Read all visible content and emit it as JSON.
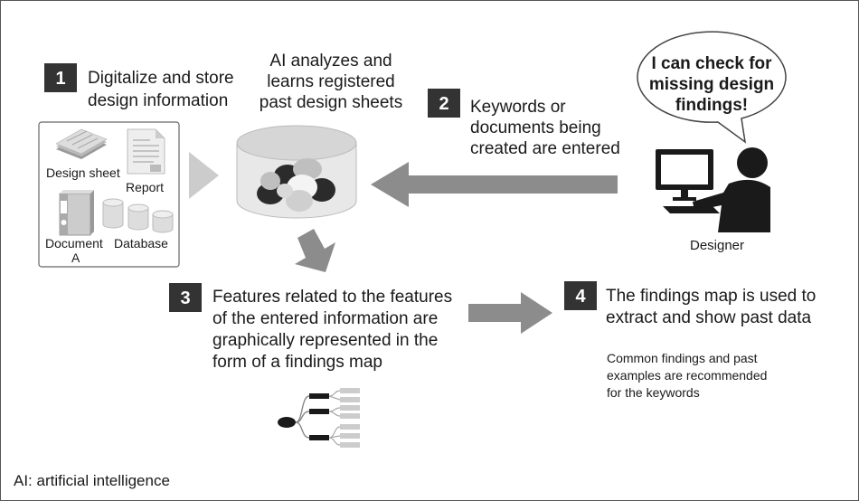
{
  "steps": [
    {
      "number": "1",
      "lines": [
        "Digitalize and store",
        "design information"
      ]
    },
    {
      "number": "2",
      "lines": [
        "Keywords or",
        "documents being",
        "created are entered"
      ]
    },
    {
      "number": "3",
      "lines": [
        "Features related to the features",
        "of the entered information are",
        "graphically represented in the",
        "form of a findings map"
      ]
    },
    {
      "number": "4",
      "lines": [
        "The findings map is used to",
        "extract and show past data"
      ]
    }
  ],
  "ai_label": [
    "AI analyzes and",
    "learns registered",
    "past design sheets"
  ],
  "recommendation": [
    "Common findings and past",
    "examples are recommended",
    "for the keywords"
  ],
  "speech_bubble": [
    "I can check for",
    "missing design",
    "findings!"
  ],
  "designer_label": "Designer",
  "inputs": {
    "design_sheet": "Design sheet",
    "report": "Report",
    "document": [
      "Document",
      "A"
    ],
    "database": "Database"
  },
  "footnote": "AI: artificial intelligence",
  "colors": {
    "badge": "#333333",
    "arrow": "#8c8c8c",
    "figure": "#1a1a1a",
    "light_gray": "#cccccc"
  }
}
